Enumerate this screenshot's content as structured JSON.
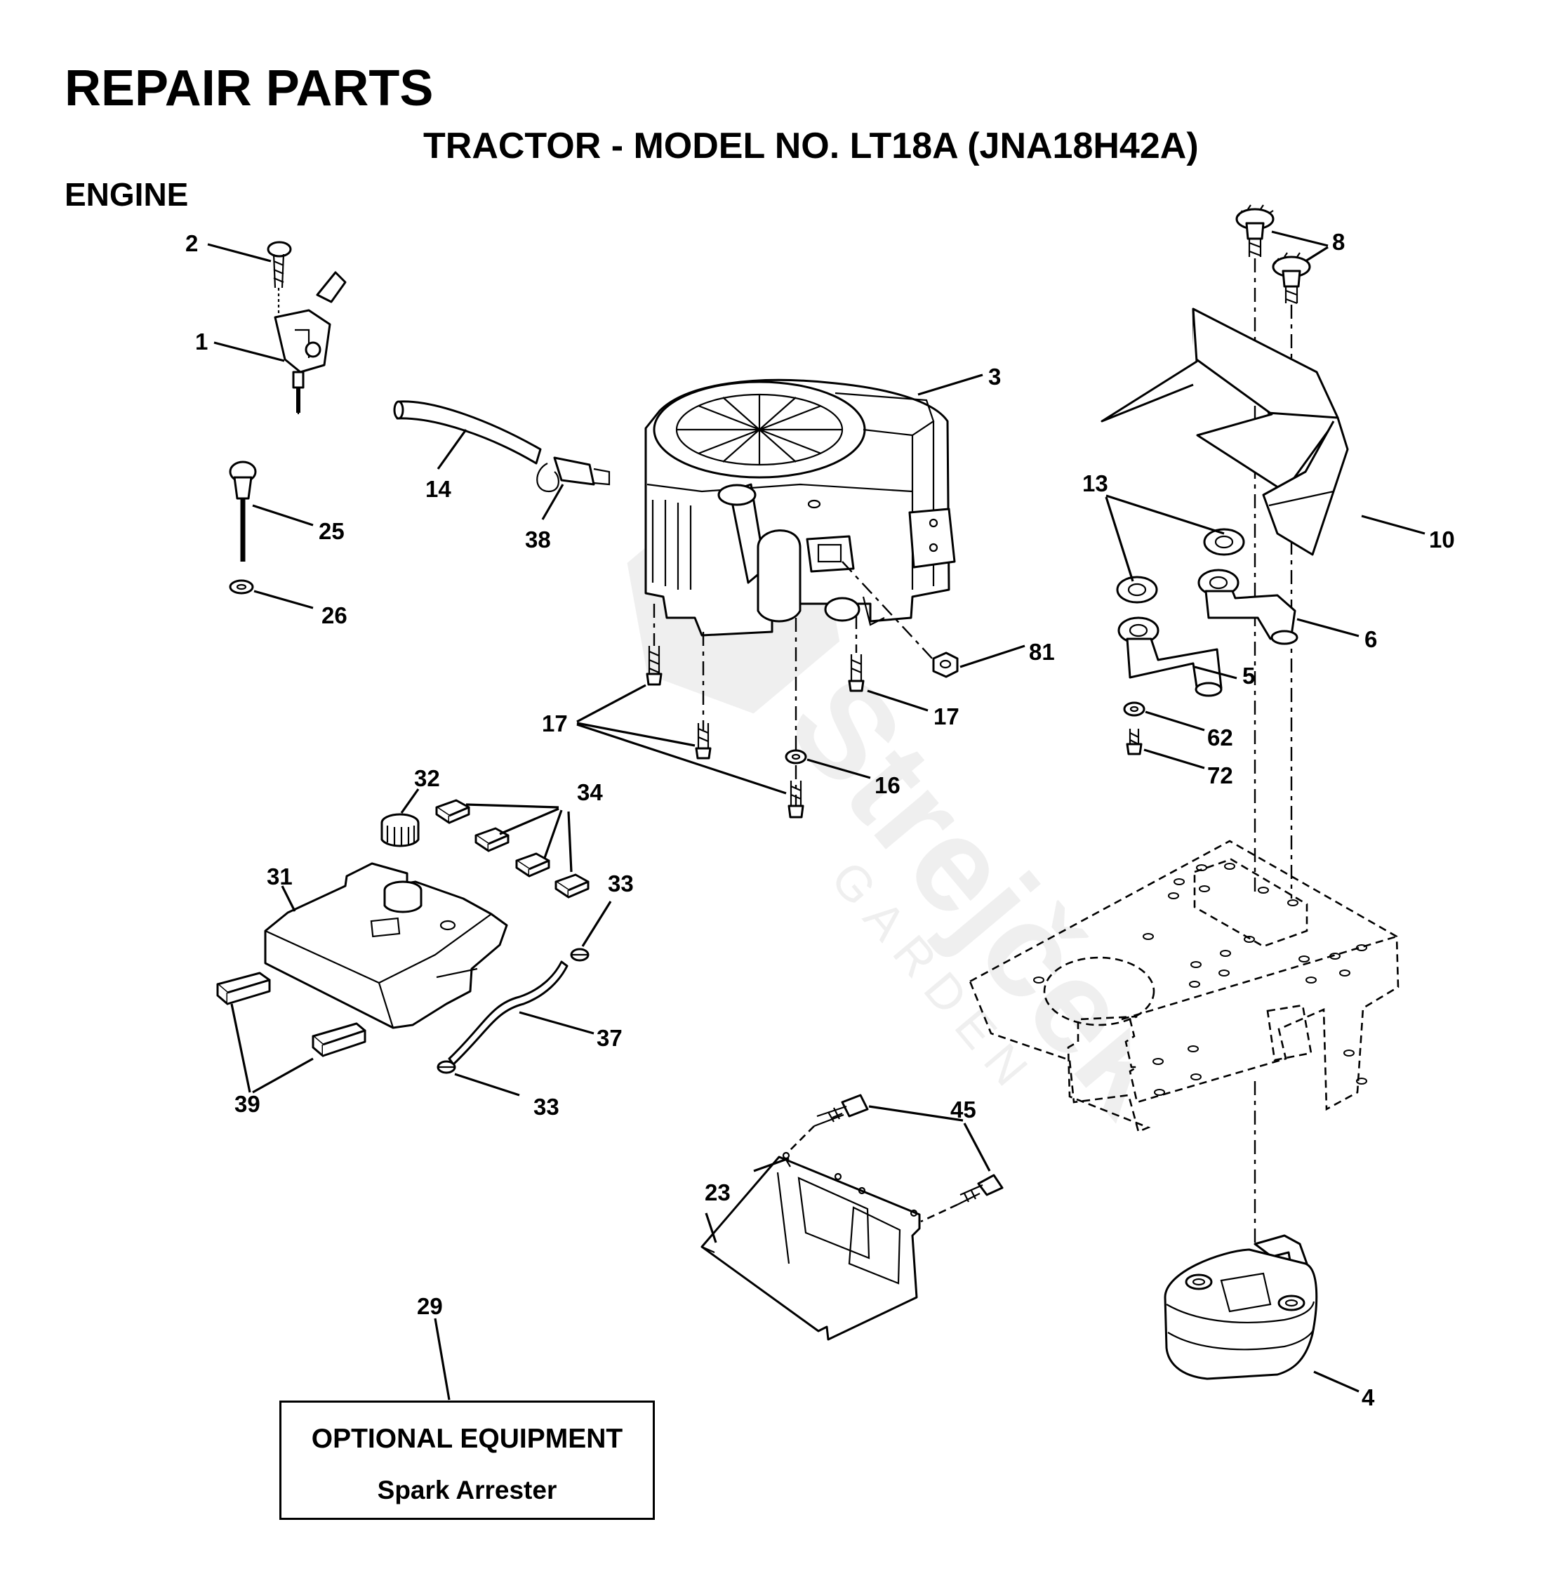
{
  "header": {
    "title": "REPAIR PARTS",
    "subtitle": "TRACTOR - MODEL NO. LT18A (JNA18H42A)",
    "section": "ENGINE"
  },
  "callouts": {
    "c1": "1",
    "c2": "2",
    "c3": "3",
    "c4": "4",
    "c5": "5",
    "c6": "6",
    "c8": "8",
    "c10": "10",
    "c13": "13",
    "c14": "14",
    "c16": "16",
    "c17a": "17",
    "c17b": "17",
    "c23": "23",
    "c25": "25",
    "c26": "26",
    "c29": "29",
    "c31": "31",
    "c32": "32",
    "c33a": "33",
    "c33b": "33",
    "c34": "34",
    "c37": "37",
    "c38": "38",
    "c39": "39",
    "c45": "45",
    "c62": "62",
    "c72": "72",
    "c81": "81"
  },
  "optional_equipment": {
    "title": "OPTIONAL EQUIPMENT",
    "item": "Spark Arrester"
  },
  "watermark": {
    "brand": "Strejček",
    "sub": "GARDEN"
  }
}
